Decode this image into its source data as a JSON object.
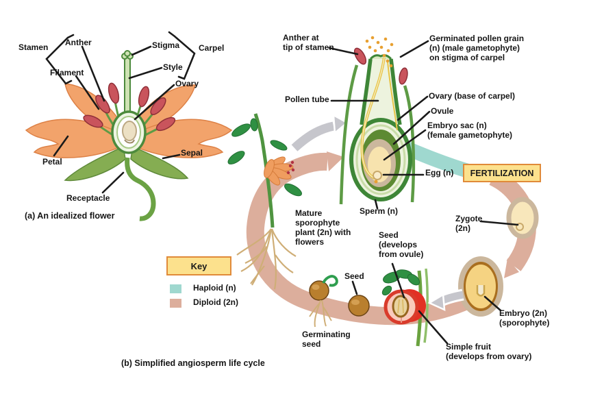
{
  "colors": {
    "haploid_band": "#9fd8cf",
    "diploid_band": "#dcae9c",
    "key_box_bg": "#fce18d",
    "key_box_border": "#e08a39",
    "label_text": "#151515",
    "petal_orange": "#f2a36b",
    "carpel_green": "#3e8637",
    "anther_red": "#c9545c",
    "pollen_orange": "#e8a031",
    "seed_brown": "#b97f2e",
    "fruit_red": "#d93b2b"
  },
  "panel_a": {
    "caption": "(a) An idealized flower",
    "labels": {
      "stamen": "Stamen",
      "anther": "Anther",
      "filament": "Filament",
      "stigma": "Stigma",
      "carpel": "Carpel",
      "style": "Style",
      "ovary": "Ovary",
      "petal": "Petal",
      "sepal": "Sepal",
      "receptacle": "Receptacle"
    }
  },
  "panel_b": {
    "caption": "(b) Simplified angiosperm life cycle",
    "labels": {
      "anther_tip": "Anther at\ntip of stamen",
      "germinated_pollen": "Germinated pollen grain\n(n) (male gametophyte)\non stigma of carpel",
      "pollen_tube": "Pollen tube",
      "ovary_base": "Ovary (base of carpel)",
      "ovule": "Ovule",
      "embryo_sac": "Embryo sac (n)\n(female gametophyte)",
      "egg": "Egg (n)",
      "fertilization": "FERTILIZATION",
      "sperm": "Sperm (n)",
      "mature_sporophyte": "Mature\nsporophyte\nplant (2n) with\nflowers",
      "zygote": "Zygote\n(2n)",
      "seed_from_ovule": "Seed\n(develops\nfrom ovule)",
      "seed": "Seed",
      "germinating_seed": "Germinating\nseed",
      "simple_fruit": "Simple fruit\n(develops from ovary)",
      "embryo": "Embryo (2n)\n(sporophyte)"
    },
    "key": {
      "title": "Key",
      "haploid": "Haploid (n)",
      "diploid": "Diploid (2n)"
    }
  }
}
